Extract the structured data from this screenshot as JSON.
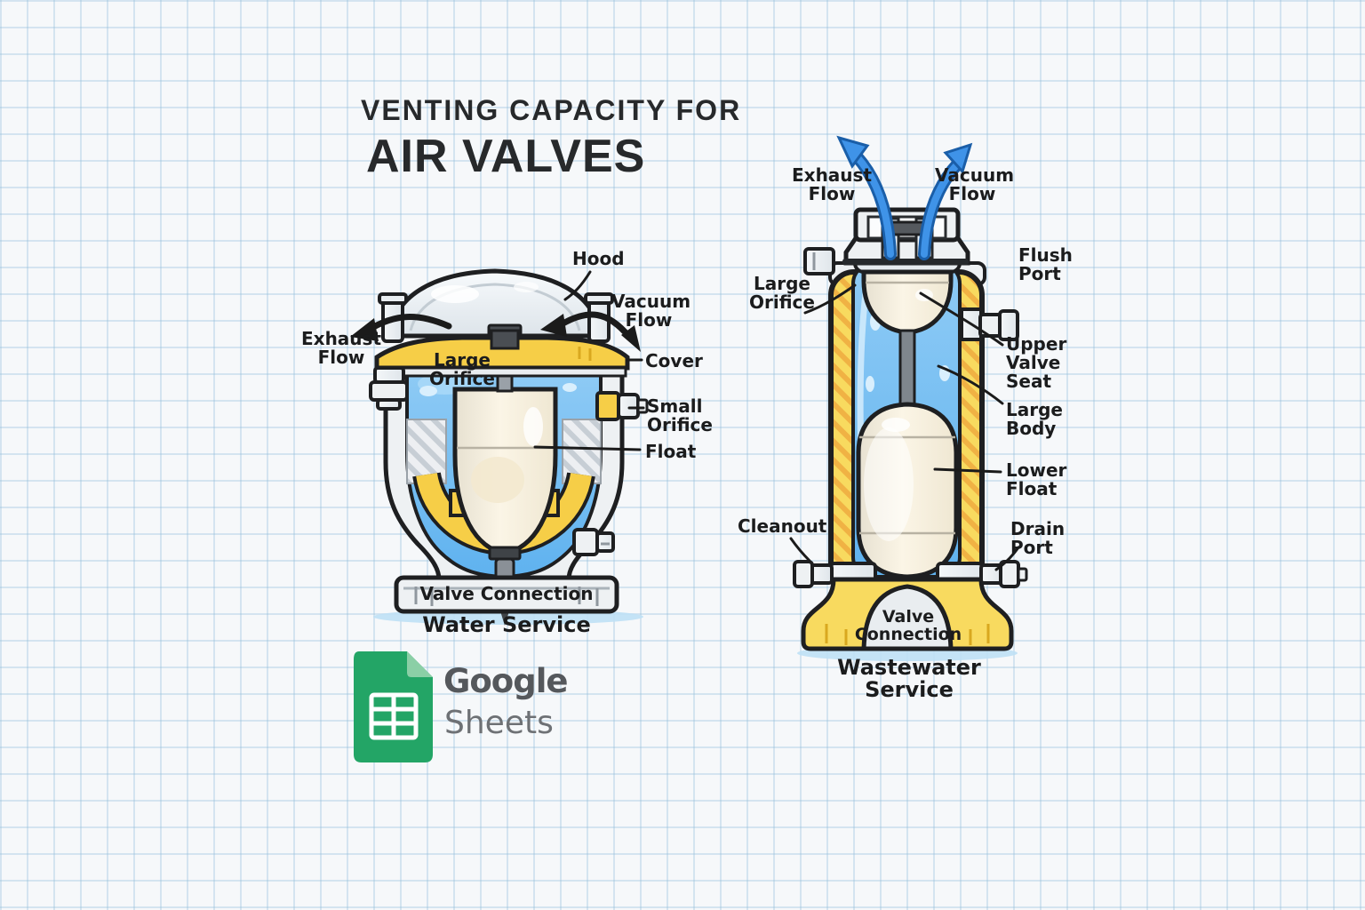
{
  "title": {
    "line1": "VENTING CAPACITY FOR",
    "line2": "AIR VALVES"
  },
  "left_valve": {
    "caption": "Water Service",
    "labels": {
      "hood": "Hood",
      "vacuum_flow": "Vacuum\nFlow",
      "exhaust_flow": "Exhaust\nFlow",
      "large_orifice": "Large\nOrifice",
      "cover": "Cover",
      "small_orifice": "Small\nOrifice",
      "float": "Float",
      "valve_connection": "Valve Connection"
    }
  },
  "right_valve": {
    "caption": "Wastewater Service",
    "labels": {
      "exhaust_flow": "Exhaust\nFlow",
      "vacuum_flow": "Vacuum\nFlow",
      "flush_port": "Flush\nPort",
      "large_orifice": "Large\nOrifice",
      "upper_valve_seat": "Upper\nValve\nSeat",
      "large_body": "Large\nBody",
      "lower_float": "Lower\nFloat",
      "cleanout": "Cleanout",
      "drain_port": "Drain\nPort",
      "valve_connection": "Valve\nConnection"
    }
  },
  "branding": {
    "brand": "Google",
    "product": "Sheets",
    "icon": "google-sheets-icon"
  },
  "colors": {
    "water_blue": "#6FBDF2",
    "brass_yellow": "#F6CE47",
    "outline": "#1E1F21",
    "float_cream": "#F6EFDD",
    "arrow_blue": "#3F93E8",
    "sheets_green": "#23A566",
    "paper": "#F6F8FA",
    "grid_line": "#C8DCEA"
  }
}
